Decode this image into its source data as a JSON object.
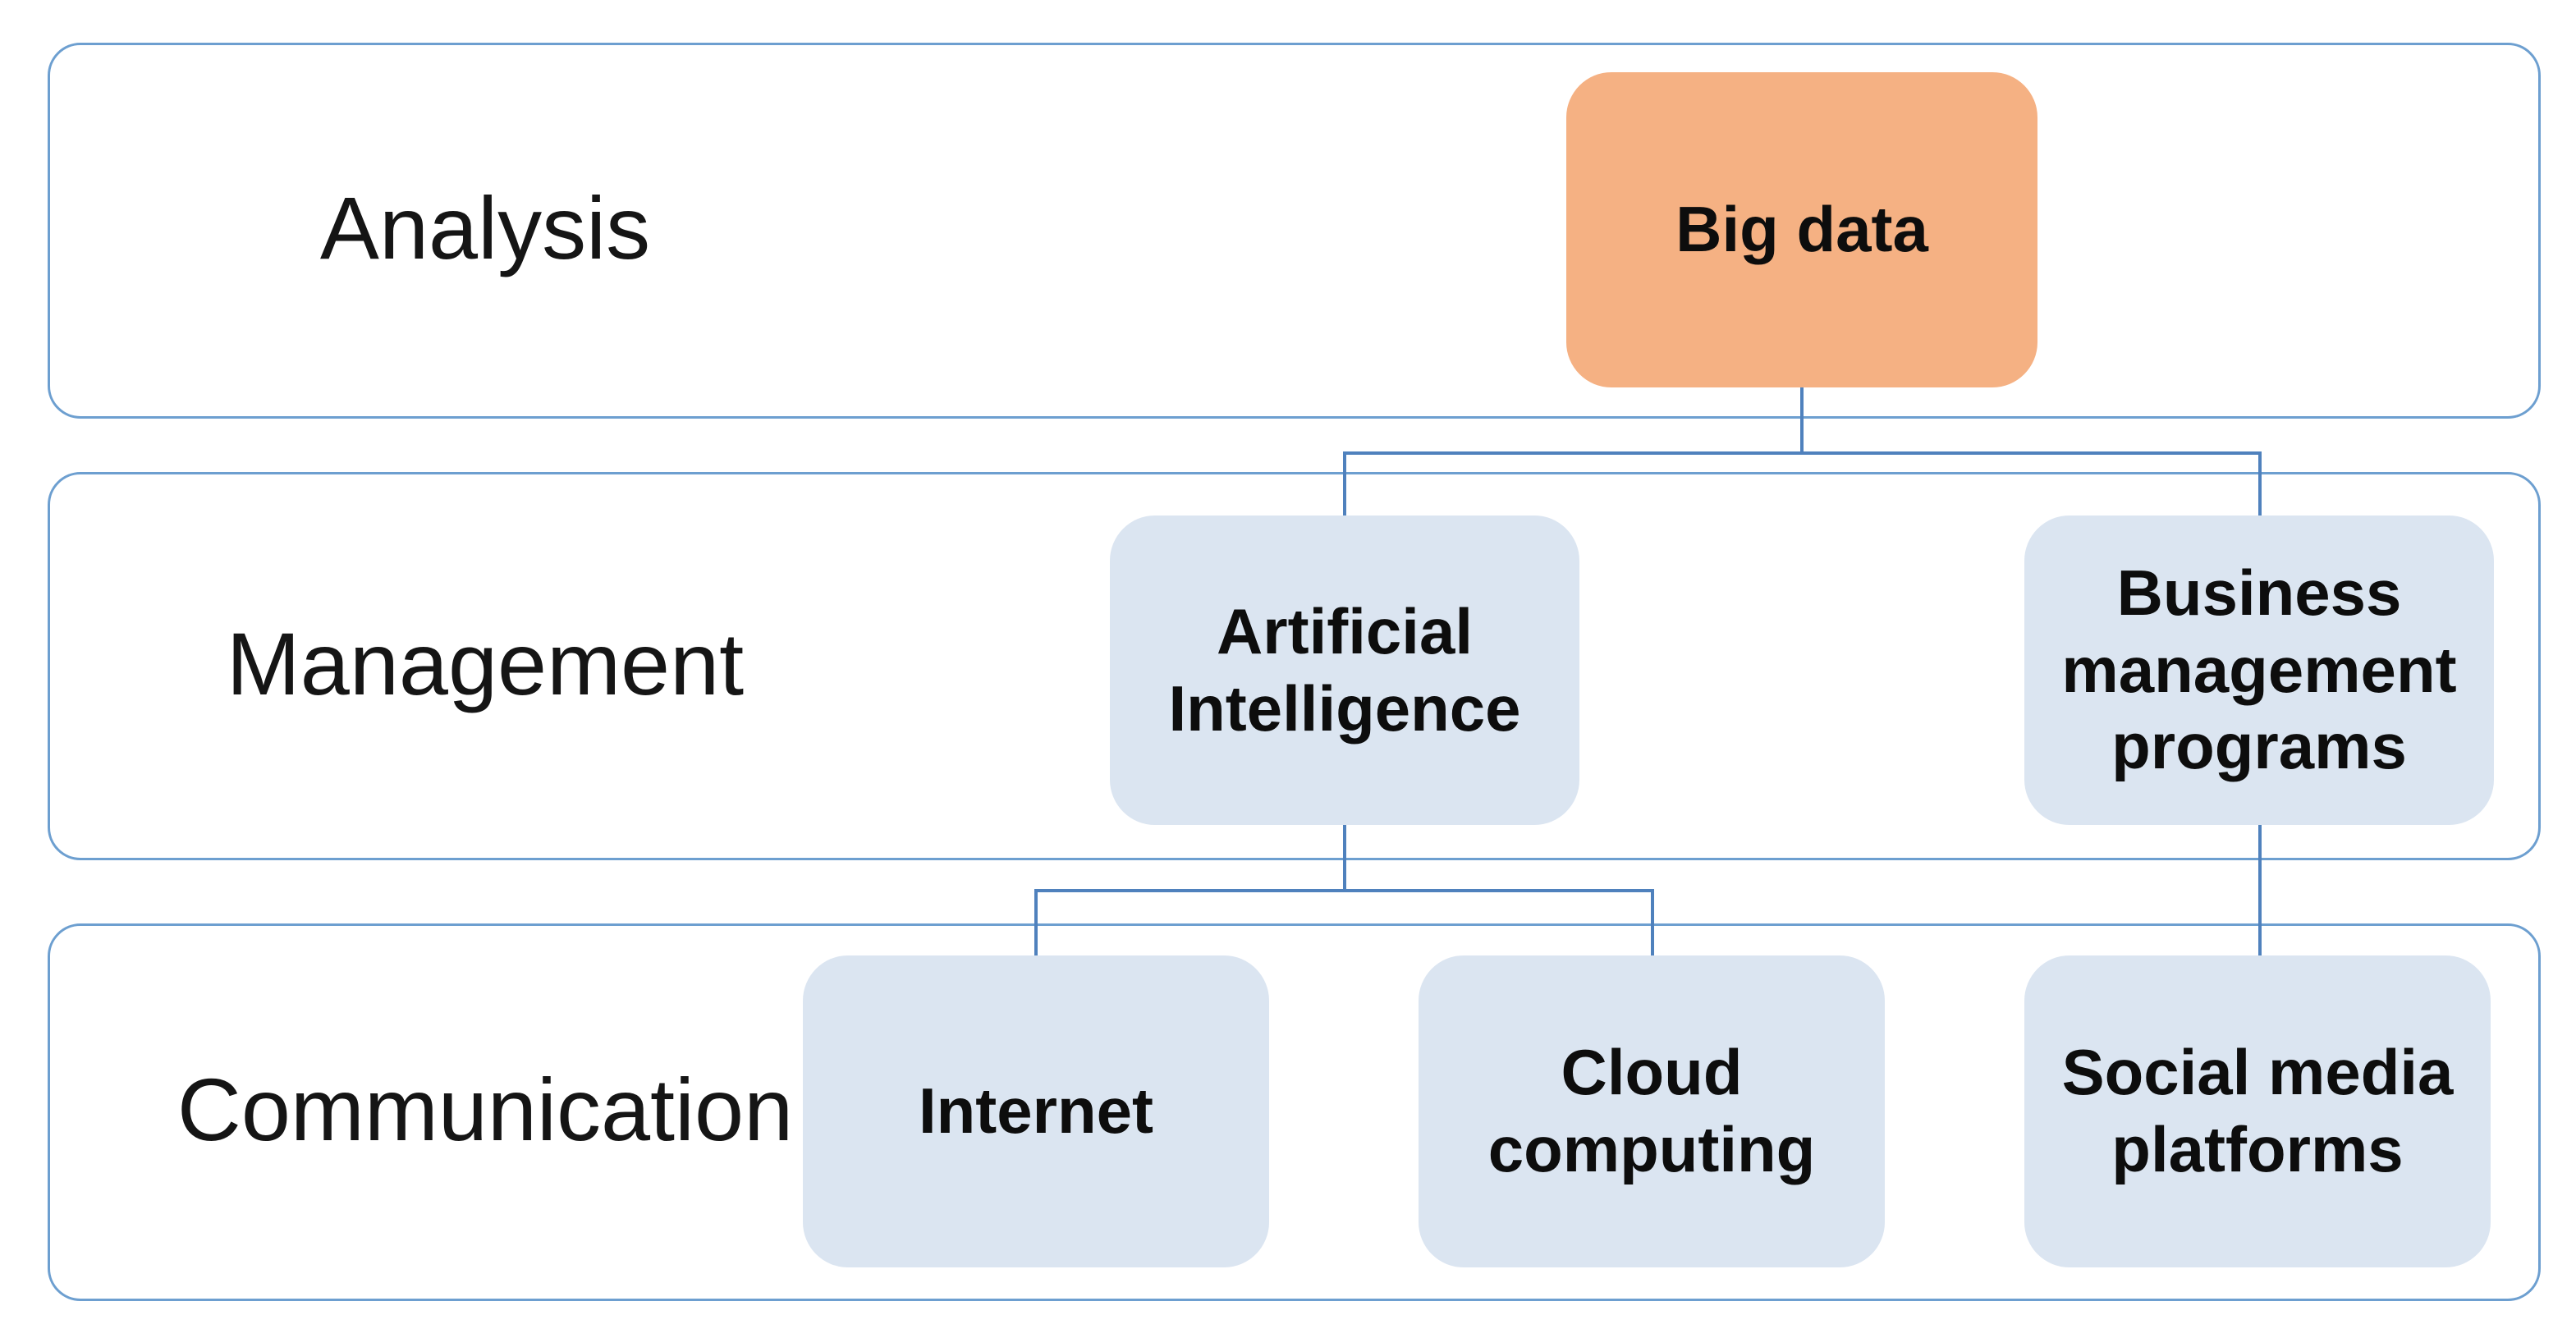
{
  "rows": [
    {
      "label": "Analysis"
    },
    {
      "label": "Management"
    },
    {
      "label": "Communication"
    }
  ],
  "nodes": {
    "big_data": {
      "label": "Big data",
      "row": "Analysis"
    },
    "artificial_intelligence": {
      "label": "Artificial Intelligence",
      "row": "Management"
    },
    "business_management_programs": {
      "label": "Business management programs",
      "row": "Management"
    },
    "internet": {
      "label": "Internet",
      "row": "Communication"
    },
    "cloud_computing": {
      "label": "Cloud computing",
      "row": "Communication"
    },
    "social_media_platforms": {
      "label": "Social media platforms",
      "row": "Communication"
    }
  },
  "edges": [
    {
      "from": "big_data",
      "to": "artificial_intelligence"
    },
    {
      "from": "big_data",
      "to": "business_management_programs"
    },
    {
      "from": "artificial_intelligence",
      "to": "internet"
    },
    {
      "from": "artificial_intelligence",
      "to": "cloud_computing"
    },
    {
      "from": "business_management_programs",
      "to": "social_media_platforms"
    }
  ],
  "colors": {
    "background": "#ffffff",
    "root_node_fill": "#f5b183",
    "child_node_fill": "#dbe5f1",
    "band_border": "#6d9fd0",
    "connector": "#4f81bd",
    "text": "#111111"
  }
}
